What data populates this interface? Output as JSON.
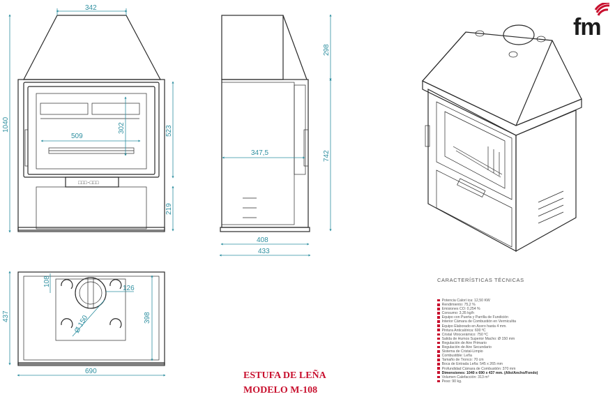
{
  "brand": {
    "logo_text": "fm",
    "accent_color": "#c8102e",
    "dimension_color": "#2e8fa0"
  },
  "title": {
    "line1": "ESTUFA DE LEÑA",
    "line2": "MODELO  M-108"
  },
  "dimensions": {
    "front_hood_width": "342",
    "front_total_height": "1040",
    "front_glass_width": "509",
    "front_glass_height": "302",
    "front_door_height": "523",
    "front_base_height": "219",
    "side_hood_height": "298",
    "side_body_height": "742",
    "side_inner_depth": "347,5",
    "side_base_depth": "408",
    "side_total_depth": "433",
    "top_depth": "437",
    "top_width": "690",
    "top_inner_depth": "398",
    "top_offset_left": "108",
    "top_offset_right": "126",
    "top_flue_diameter": "Ø 150"
  },
  "control_panel": {
    "label": "□□□-□□□"
  },
  "specs": {
    "heading": "CARACTERÍSTICAS TÉCNICAS",
    "items": [
      {
        "text": "Potencia Calorí ica: 12,50 KW",
        "bold": false
      },
      {
        "text": "Rendimiento: 75,2 %",
        "bold": false
      },
      {
        "text": "Emisiones CO: 0,254 %",
        "bold": false
      },
      {
        "text": "Consumo: 3,35 kg/h",
        "bold": false
      },
      {
        "text": "Equipo con Puerta y Parrilla de Fundición",
        "bold": false
      },
      {
        "text": "Interior Cámara de Combustión en Vermiculita",
        "bold": false
      },
      {
        "text": "Equipo Elaborado en Acero hasta 4 mm.",
        "bold": false
      },
      {
        "text": "Pintura Anticalórica: 600 ºC",
        "bold": false
      },
      {
        "text": "Cristal Vitrocerámico: 750 ºC",
        "bold": false
      },
      {
        "text": "Salida de Humos Superior  Macho: Ø 150 mm",
        "bold": false
      },
      {
        "text": "Regulación de Aire Primario",
        "bold": false
      },
      {
        "text": "Regulación de Aire Secundario",
        "bold": false
      },
      {
        "text": "Sistema de Cristal-Limpio",
        "bold": false
      },
      {
        "text": "Combustible: Leña",
        "bold": false
      },
      {
        "text": "Tamaño de Tronco: 70 cm",
        "bold": false
      },
      {
        "text": "Boca de Entrada Leña: 545 x 265 mm",
        "bold": false
      },
      {
        "text": "Profundidad Cámara de Combustión: 370 mm",
        "bold": false
      },
      {
        "text": "Dimensiones: 1040 x 690 x 437 mm. (Alto/Ancho/Fondo)",
        "bold": true
      },
      {
        "text": "Volumen Calefacción: 313 m³",
        "bold": false
      },
      {
        "text": "Peso: 90 kg.",
        "bold": false
      }
    ]
  }
}
